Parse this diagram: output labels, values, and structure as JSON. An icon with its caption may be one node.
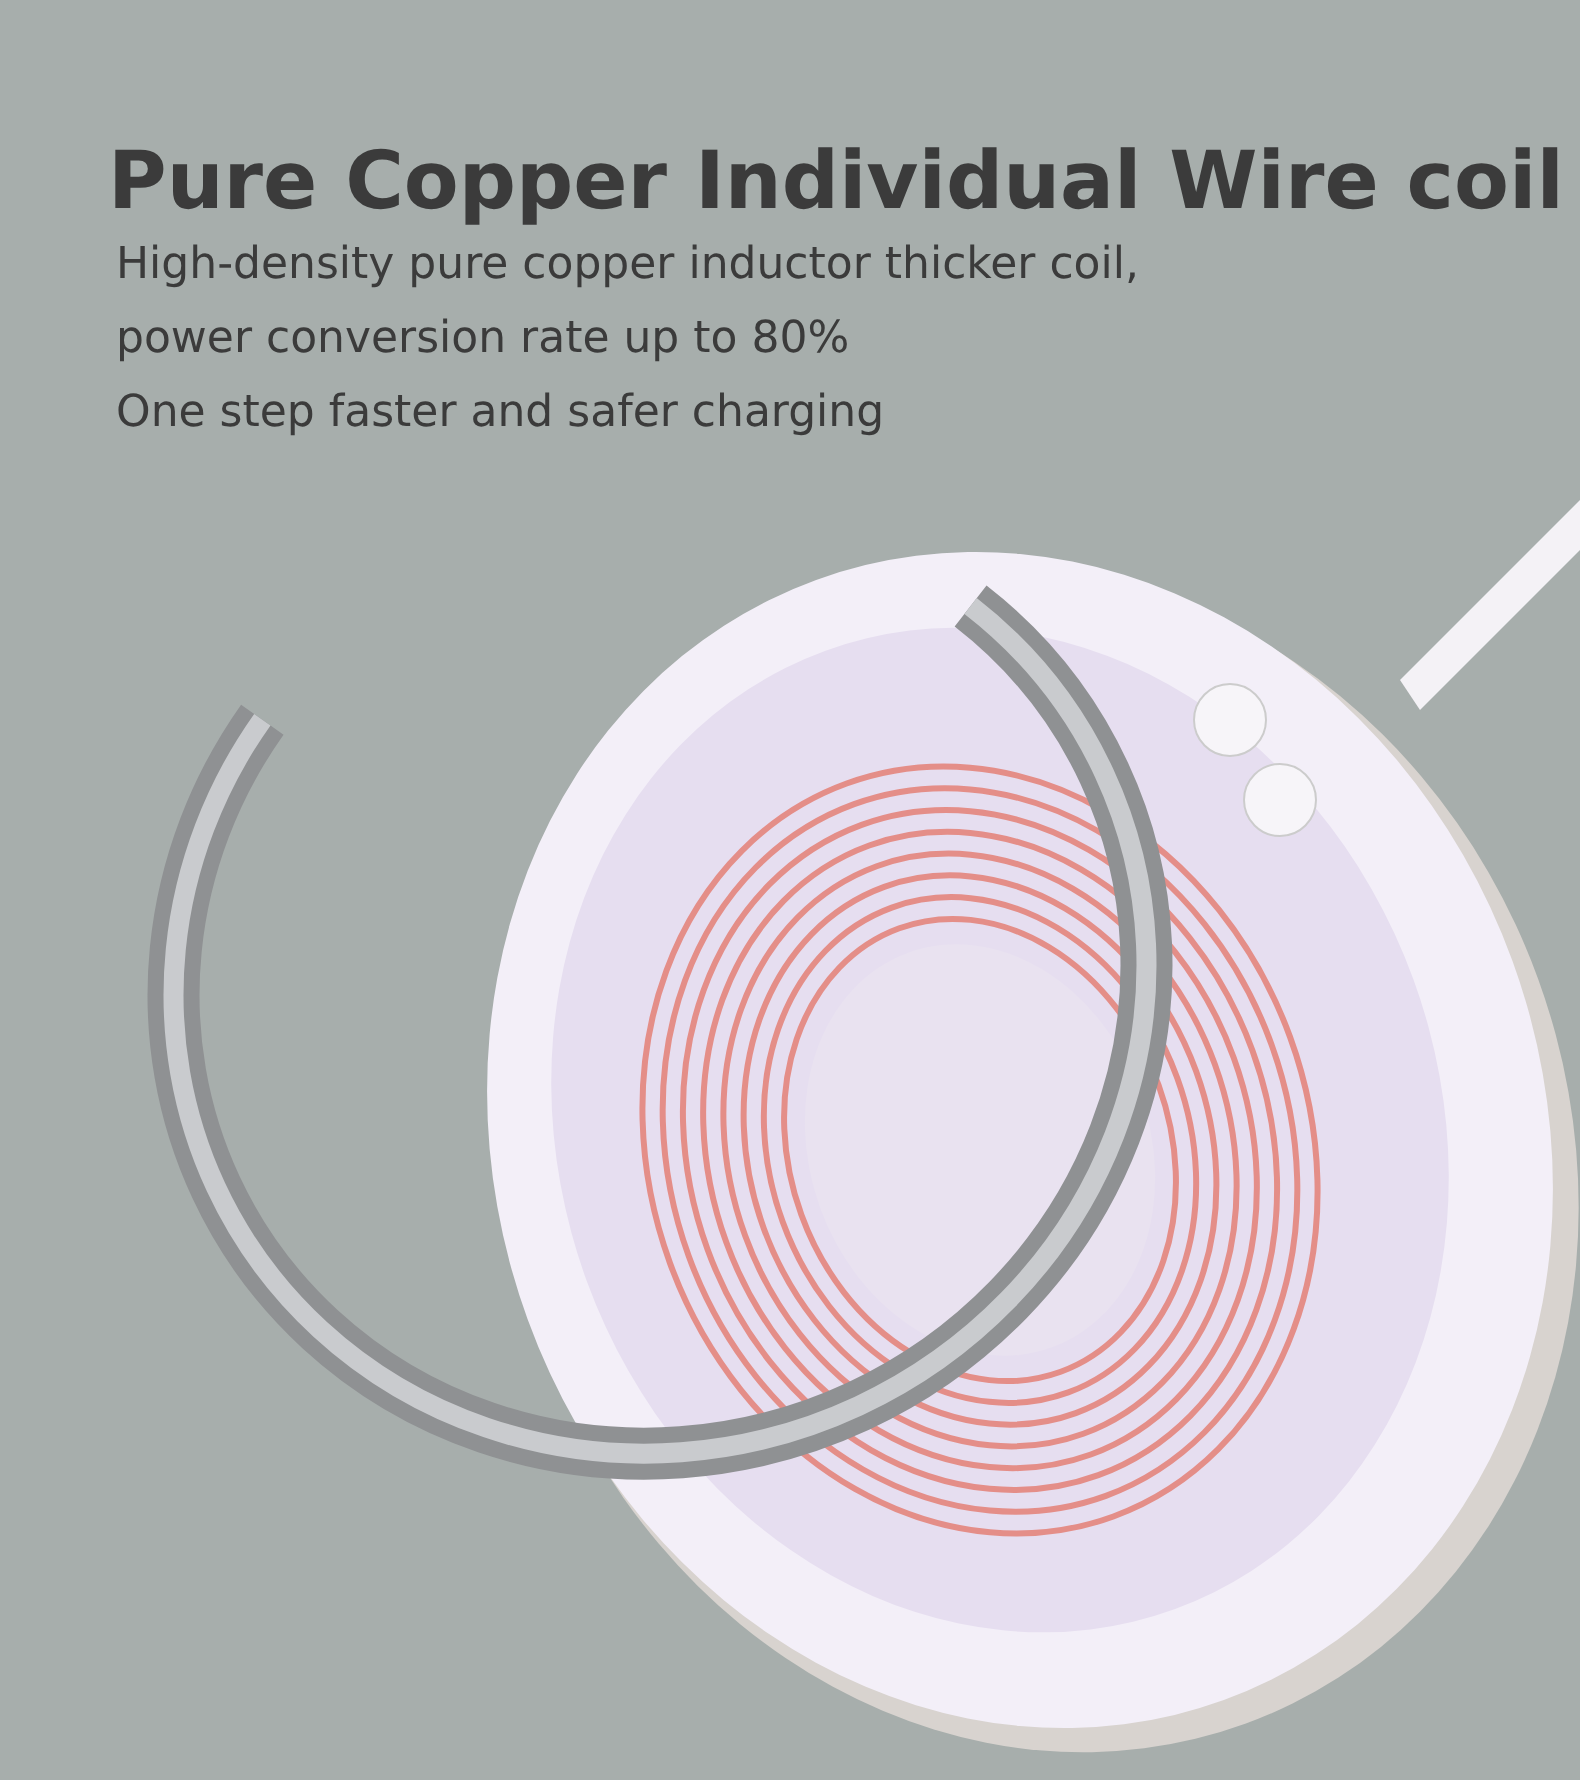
{
  "diagram": {
    "title": "Pure Copper Individual Wire coil",
    "labels": [
      "High-density pure copper inductor thicker coil,",
      "power conversion rate up to 80%",
      "One step faster and safer charging"
    ]
  }
}
